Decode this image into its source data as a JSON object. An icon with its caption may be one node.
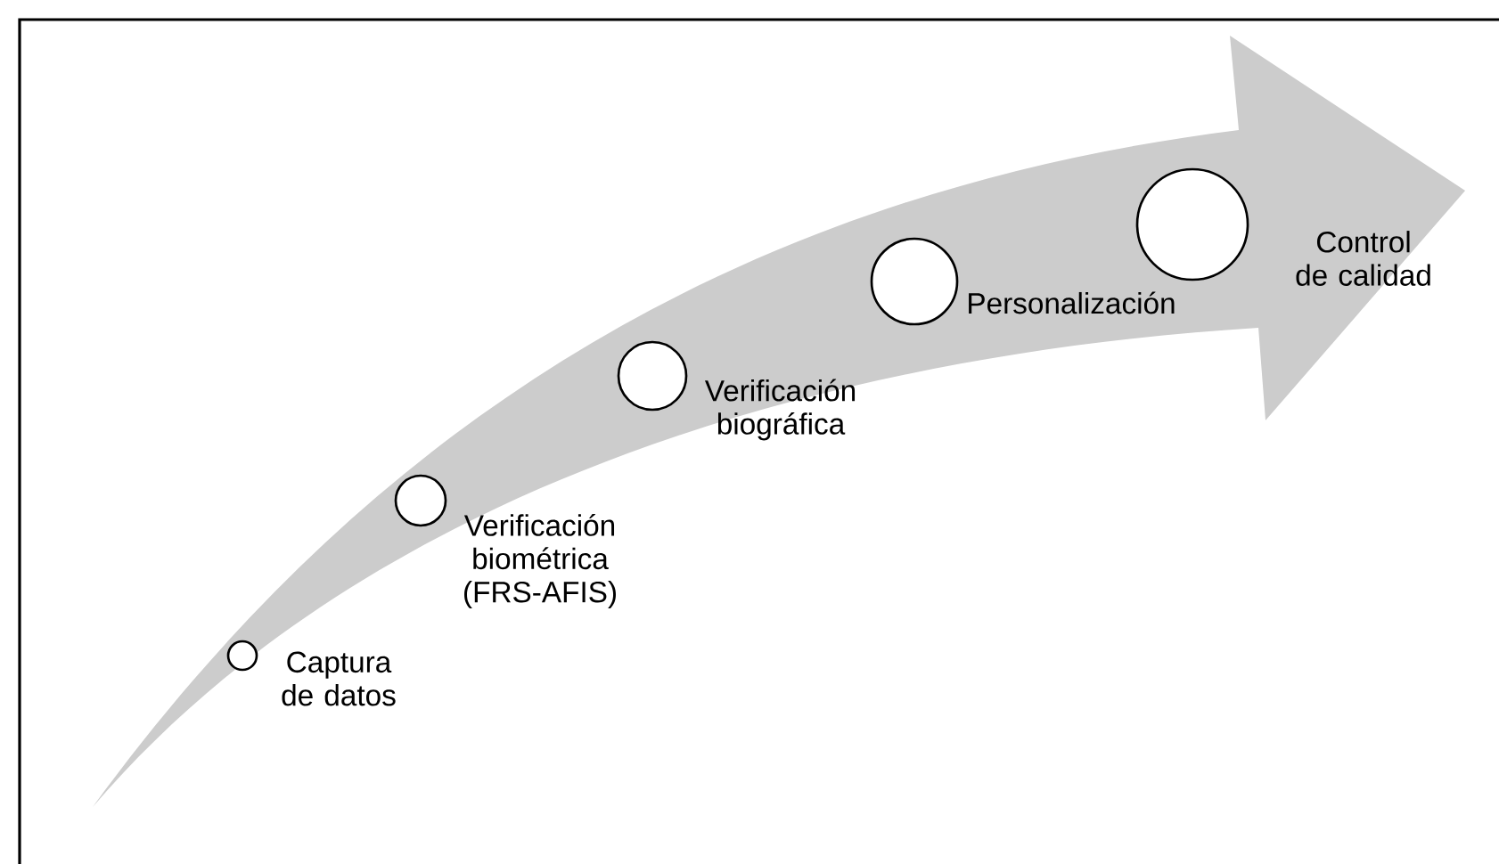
{
  "diagram": {
    "nodes": [
      {
        "text": [],
        "shape": "circle",
        "beside": [
          "Captura de datos"
        ]
      },
      {
        "text": [],
        "shape": "circle",
        "beside": [
          "Verificación biométrica (FRS-AFIS)"
        ]
      },
      {
        "text": [],
        "shape": "circle",
        "beside": [
          "Verificación biográfica"
        ]
      },
      {
        "text": [],
        "shape": "circle",
        "beside": [
          "Personalización"
        ]
      },
      {
        "text": [],
        "shape": "circle",
        "beside": [
          "Control de calidad"
        ]
      }
    ]
  }
}
